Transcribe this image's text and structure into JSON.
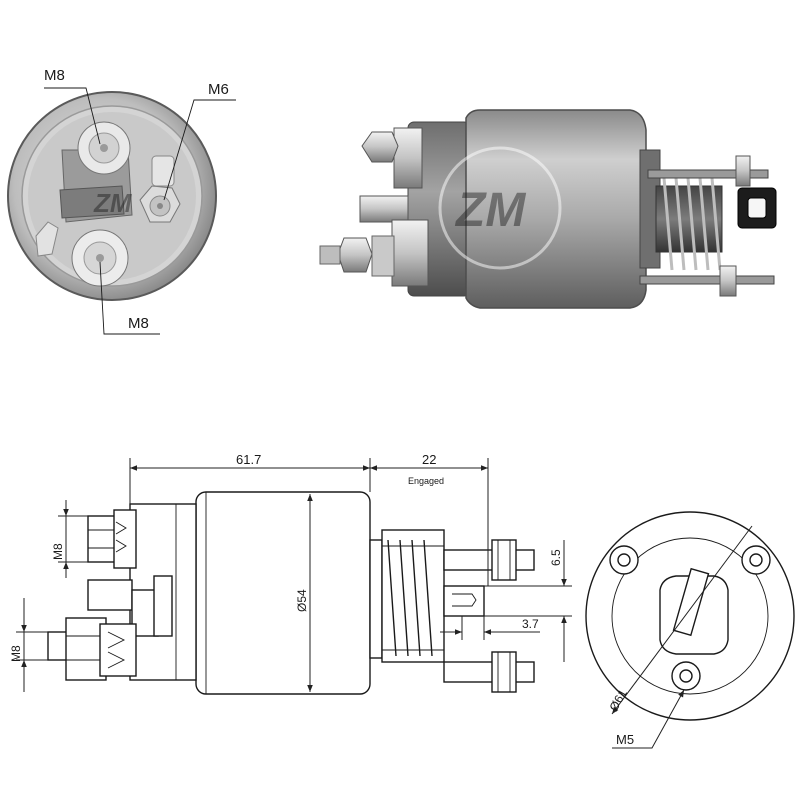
{
  "photo_top_view": {
    "label_top_left": "M8",
    "label_top_right": "M6",
    "label_bottom": "M8"
  },
  "photo_side_view": {
    "watermark": "ZM"
  },
  "drawing_side_view": {
    "length_body": "61.7",
    "stroke_length": "22",
    "stroke_note": "Engaged",
    "diameter": "Ø54",
    "terminal_upper": "M8",
    "terminal_lower": "M8",
    "dim_6_5": "6.5",
    "dim_3_7": "3.7"
  },
  "drawing_end_view": {
    "bolt_circle": "Ø61",
    "mount_thread": "M5"
  }
}
